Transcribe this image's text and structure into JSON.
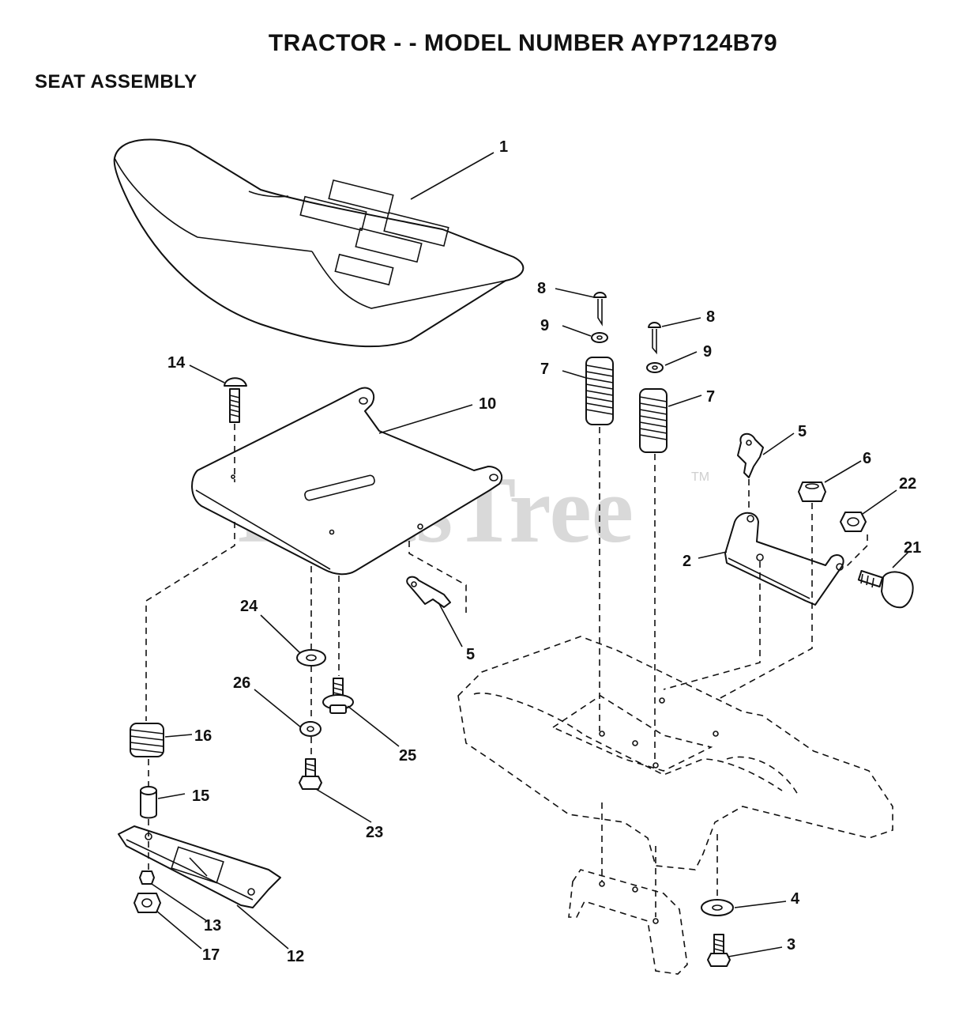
{
  "title": "TRACTOR - - MODEL NUMBER AYP7124B79",
  "section": "SEAT ASSEMBLY",
  "watermark": "PartsTree",
  "watermark_tm": "TM",
  "callouts": {
    "c1": "1",
    "c2": "2",
    "c3": "3",
    "c4": "4",
    "c5a": "5",
    "c5b": "5",
    "c6": "6",
    "c7a": "7",
    "c7b": "7",
    "c8a": "8",
    "c8b": "8",
    "c9a": "9",
    "c9b": "9",
    "c10": "10",
    "c12": "12",
    "c13": "13",
    "c14": "14",
    "c15": "15",
    "c16": "16",
    "c17": "17",
    "c21": "21",
    "c22": "22",
    "c23": "23",
    "c24": "24",
    "c25": "25",
    "c26": "26"
  }
}
